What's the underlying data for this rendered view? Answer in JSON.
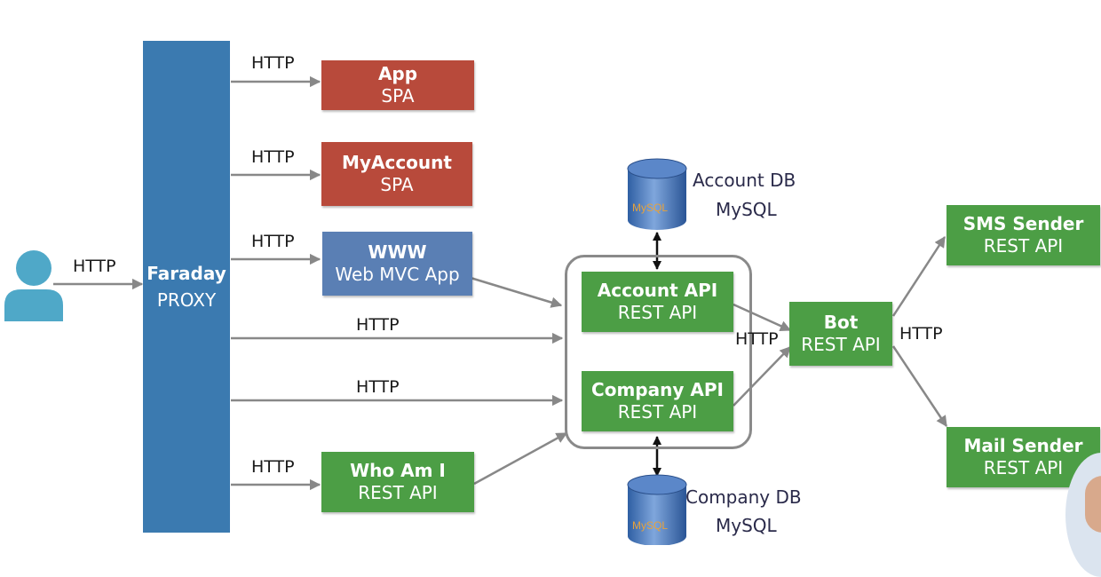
{
  "proxy": {
    "title": "Faraday",
    "subtitle": "PROXY"
  },
  "user": {
    "http_label": "HTTP"
  },
  "services": {
    "app": {
      "title": "App",
      "subtitle": "SPA",
      "http_label": "HTTP"
    },
    "myaccount": {
      "title": "MyAccount",
      "subtitle": "SPA",
      "http_label": "HTTP"
    },
    "www": {
      "title": "WWW",
      "subtitle": "Web MVC App",
      "http_label": "HTTP"
    },
    "whoami": {
      "title": "Who Am I",
      "subtitle": "REST API",
      "http_label": "HTTP"
    },
    "account_api": {
      "title": "Account API",
      "subtitle": "REST API"
    },
    "company_api": {
      "title": "Company API",
      "subtitle": "REST API"
    },
    "bot": {
      "title": "Bot",
      "subtitle": "REST API"
    },
    "sms_sender": {
      "title": "SMS Sender",
      "subtitle": "REST API"
    },
    "mail_sender": {
      "title": "Mail Sender",
      "subtitle": "REST API"
    }
  },
  "links": {
    "proxy_to_account_http": "HTTP",
    "proxy_to_company_http": "HTTP",
    "apis_to_bot_http": "HTTP",
    "bot_to_senders_http": "HTTP"
  },
  "databases": {
    "account": {
      "name": "Account DB",
      "engine": "MySQL",
      "logo_text": "MySQL"
    },
    "company": {
      "name": "Company DB",
      "engine": "MySQL",
      "logo_text": "MySQL"
    }
  },
  "colors": {
    "proxy": "#3b7ab0",
    "spa": "#b84a3b",
    "mvc": "#5a7fb4",
    "rest": "#4c9e45",
    "user": "#4fa8c8",
    "arrow": "#888888",
    "db": "#3f6fb3"
  }
}
